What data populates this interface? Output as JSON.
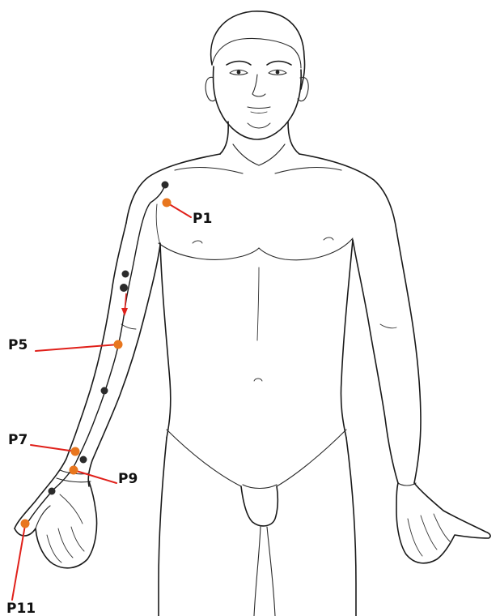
{
  "colors": {
    "point_major": "#e8761e",
    "point_minor": "#2b2b2b",
    "leader": "#e0201a",
    "outline": "#1a1a1a"
  },
  "labels": {
    "p1": "P1",
    "p5": "P5",
    "p7": "P7",
    "p9": "P9",
    "p11": "P11"
  }
}
